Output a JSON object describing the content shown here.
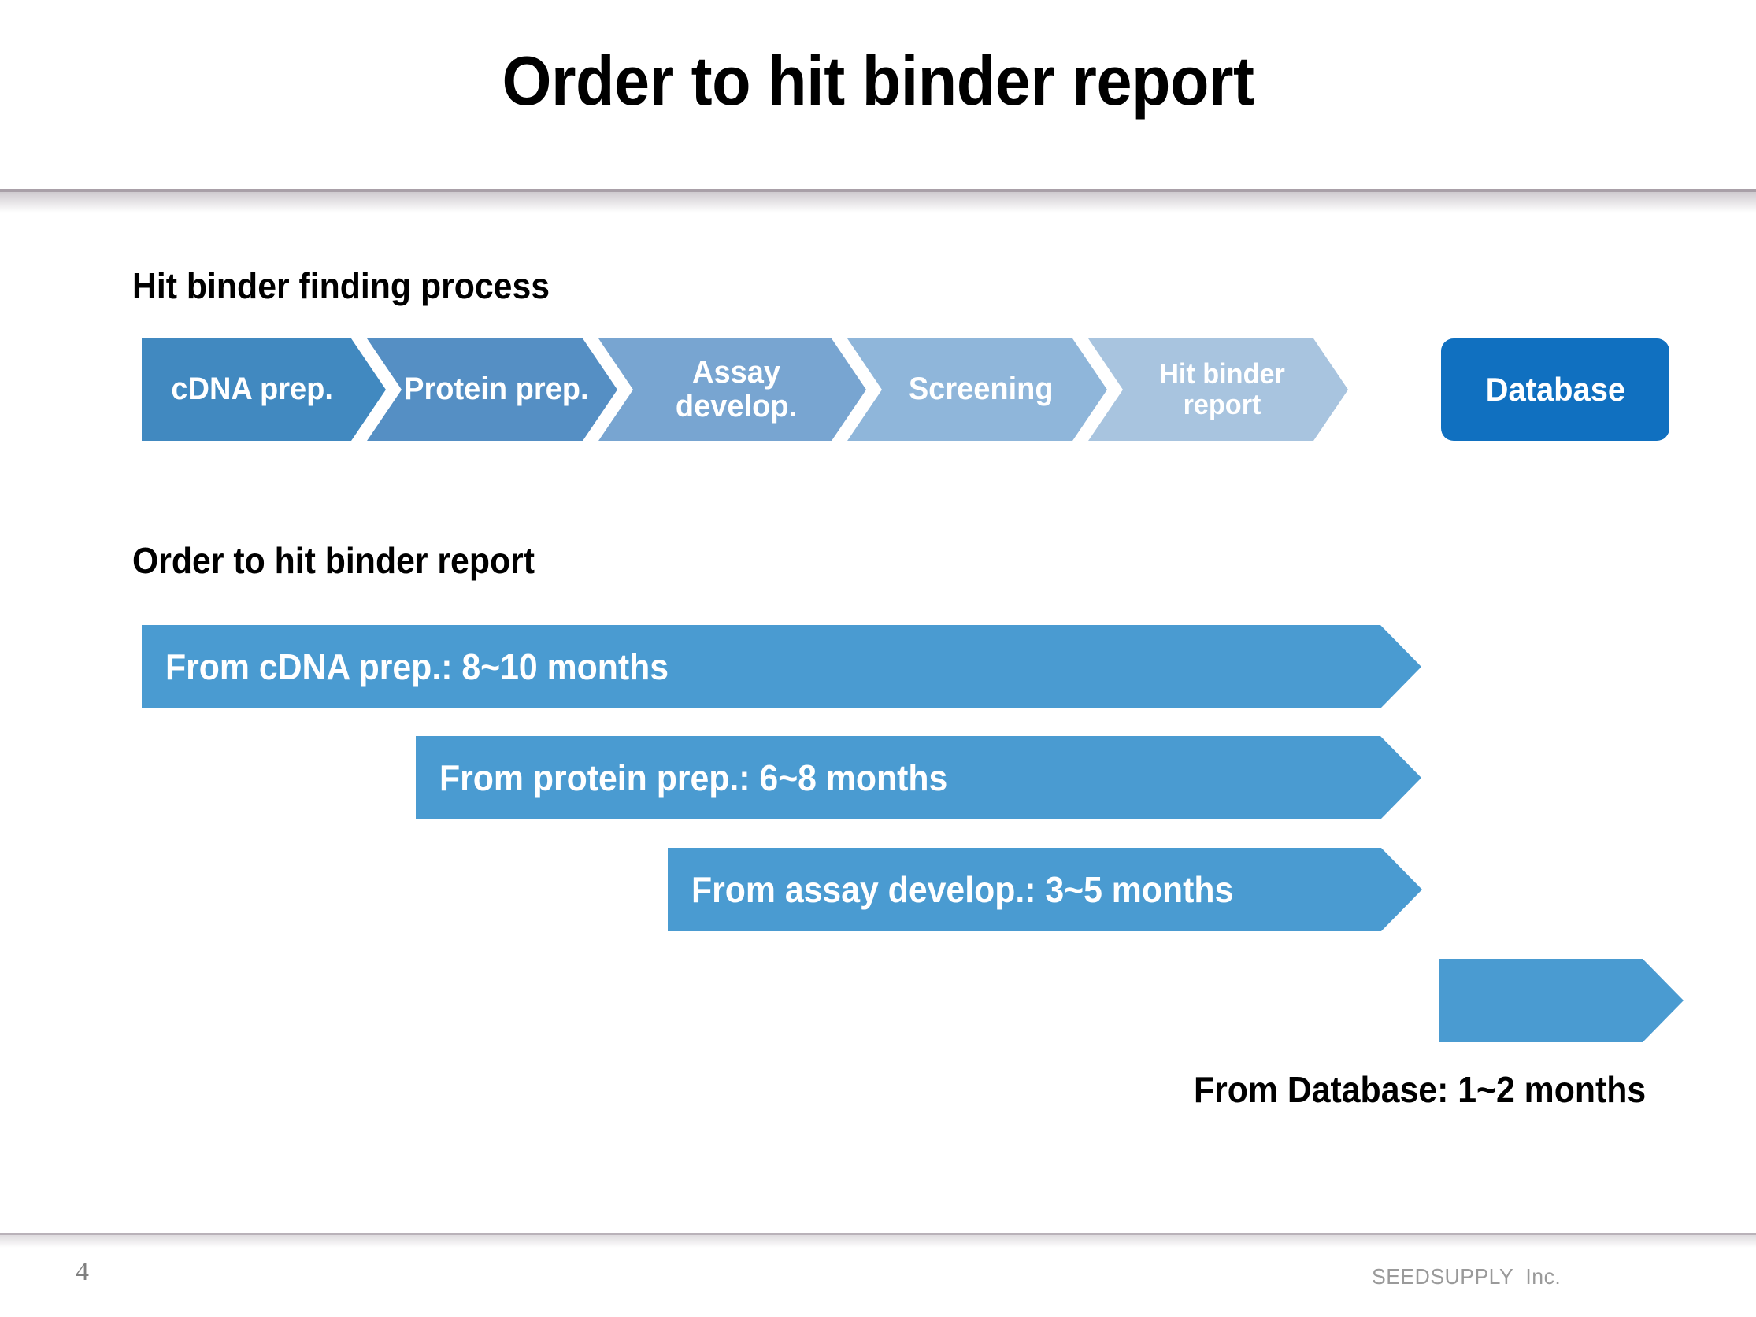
{
  "slide": {
    "title": "Order to hit binder report",
    "page_number": "4",
    "company": "SEEDSUPPLY  Inc.",
    "background_color": "#ffffff"
  },
  "sections": {
    "process": {
      "heading": "Hit binder finding process",
      "steps": [
        {
          "label": "cDNA prep.",
          "color": "#4189C0",
          "shape": "chevron-start"
        },
        {
          "label": "Protein prep.",
          "color": "#558FC4",
          "shape": "chevron"
        },
        {
          "label": "Assay develop.",
          "color": "#78A5D1",
          "shape": "chevron"
        },
        {
          "label": "Screening",
          "color": "#8FB6DA",
          "shape": "chevron"
        },
        {
          "label": "Hit binder report",
          "color": "#A8C4DF",
          "shape": "chevron"
        }
      ],
      "terminal": {
        "label": "Database",
        "color": "#1070C0",
        "shape": "rounded-rect"
      }
    },
    "timeline": {
      "heading": "Order to hit binder report",
      "bar_color": "#4A9BD1",
      "bars": [
        {
          "label": "From cDNA prep.: 8~10 months",
          "inside": true
        },
        {
          "label": "From protein prep.: 6~8 months",
          "inside": true
        },
        {
          "label": "From assay develop.:   3~5 months",
          "inside": true
        },
        {
          "label": "",
          "inside": false
        }
      ],
      "external_caption": "From Database: 1~2 months"
    }
  }
}
